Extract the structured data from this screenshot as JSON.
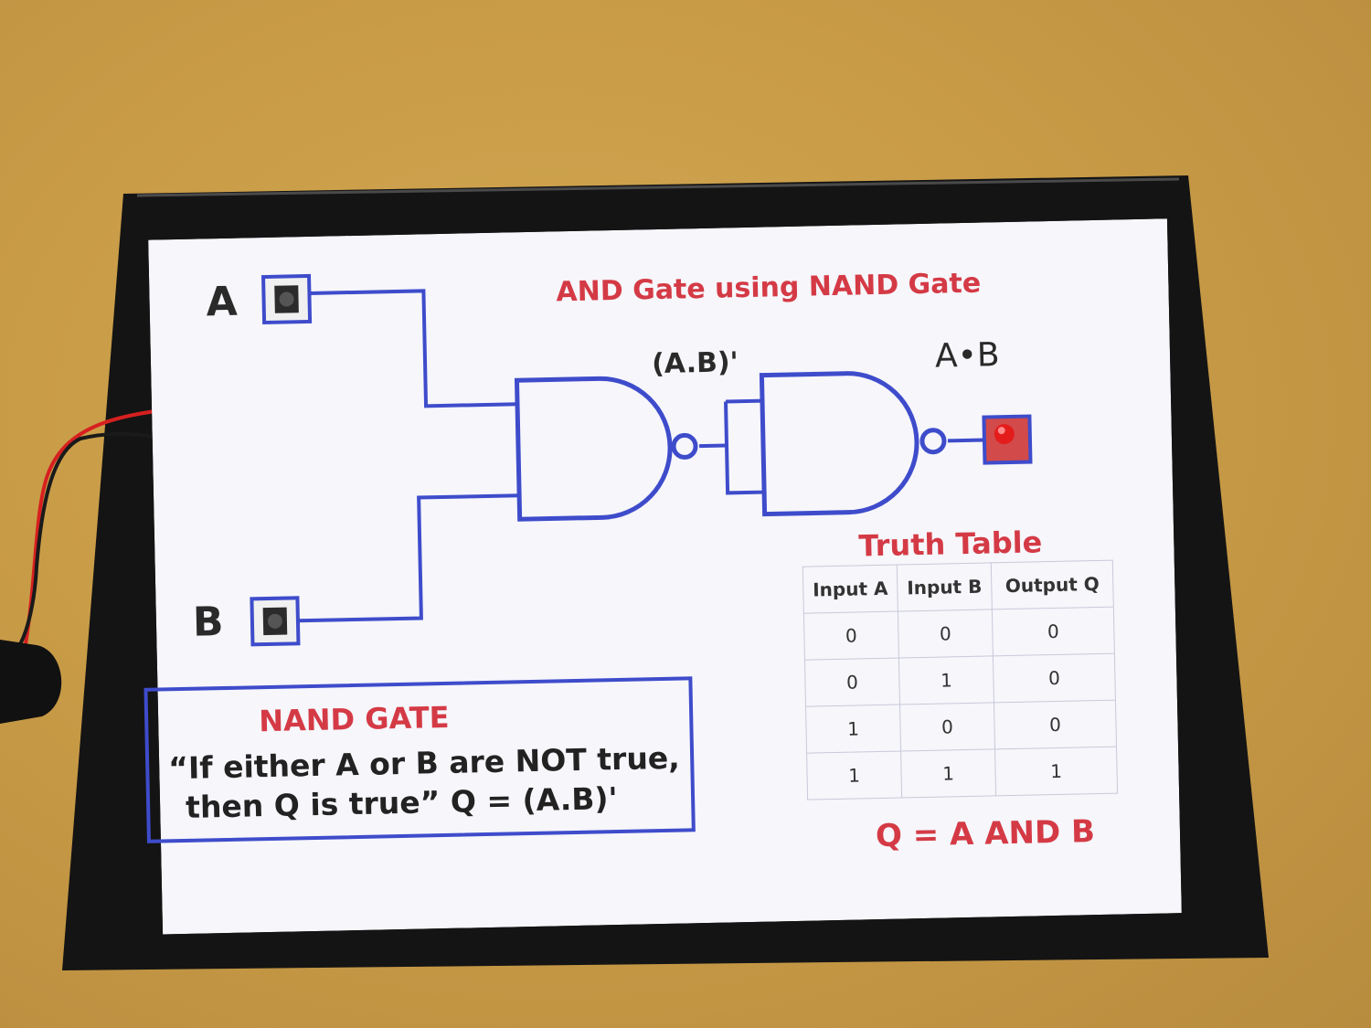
{
  "diagram": {
    "title": "AND Gate using NAND Gate",
    "input_a_label": "A",
    "input_b_label": "B",
    "intermediate_label": "(A.B)'",
    "output_label": "A•B"
  },
  "nand_box": {
    "heading": "NAND GATE",
    "quote_line1": "“If either A or B are NOT true,",
    "quote_line2": "then Q is true” Q = (A.B)'"
  },
  "truth_table": {
    "title": "Truth Table",
    "headers": [
      "Input A",
      "Input B",
      "Output Q"
    ],
    "rows": [
      [
        "0",
        "0",
        "0"
      ],
      [
        "0",
        "1",
        "0"
      ],
      [
        "1",
        "0",
        "0"
      ],
      [
        "1",
        "1",
        "1"
      ]
    ],
    "equation": "Q = A AND B"
  },
  "colors": {
    "wire_blue": "#3e4ccb",
    "title_red": "#d43a45",
    "frame_black": "#141414",
    "background_cardboard": "#c99c47"
  }
}
